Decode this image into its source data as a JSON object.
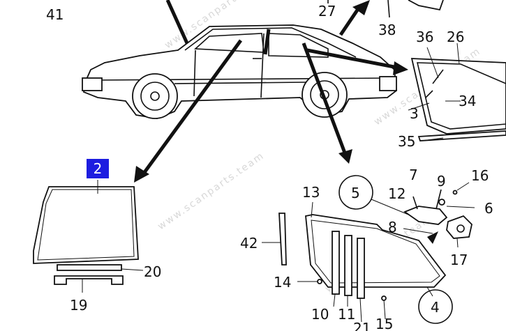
{
  "watermark": "www.scanparts.team",
  "highlight": {
    "label": "2",
    "color": "#1d1de0"
  },
  "callouts": [
    {
      "id": "41",
      "text": "41"
    },
    {
      "id": "27",
      "text": "27"
    },
    {
      "id": "38",
      "text": "38"
    },
    {
      "id": "36",
      "text": "36"
    },
    {
      "id": "26",
      "text": "26"
    },
    {
      "id": "34",
      "text": "34"
    },
    {
      "id": "3",
      "text": "3"
    },
    {
      "id": "35",
      "text": "35"
    },
    {
      "id": "20",
      "text": "20"
    },
    {
      "id": "19",
      "text": "19"
    },
    {
      "id": "13",
      "text": "13"
    },
    {
      "id": "42",
      "text": "42"
    },
    {
      "id": "14",
      "text": "14"
    },
    {
      "id": "10",
      "text": "10"
    },
    {
      "id": "11",
      "text": "11"
    },
    {
      "id": "21",
      "text": "21"
    },
    {
      "id": "15",
      "text": "15"
    },
    {
      "id": "4",
      "text": "4"
    },
    {
      "id": "5",
      "text": "5"
    },
    {
      "id": "7",
      "text": "7"
    },
    {
      "id": "9",
      "text": "9"
    },
    {
      "id": "12",
      "text": "12"
    },
    {
      "id": "16",
      "text": "16"
    },
    {
      "id": "6",
      "text": "6"
    },
    {
      "id": "8",
      "text": "8"
    },
    {
      "id": "17",
      "text": "17"
    }
  ]
}
